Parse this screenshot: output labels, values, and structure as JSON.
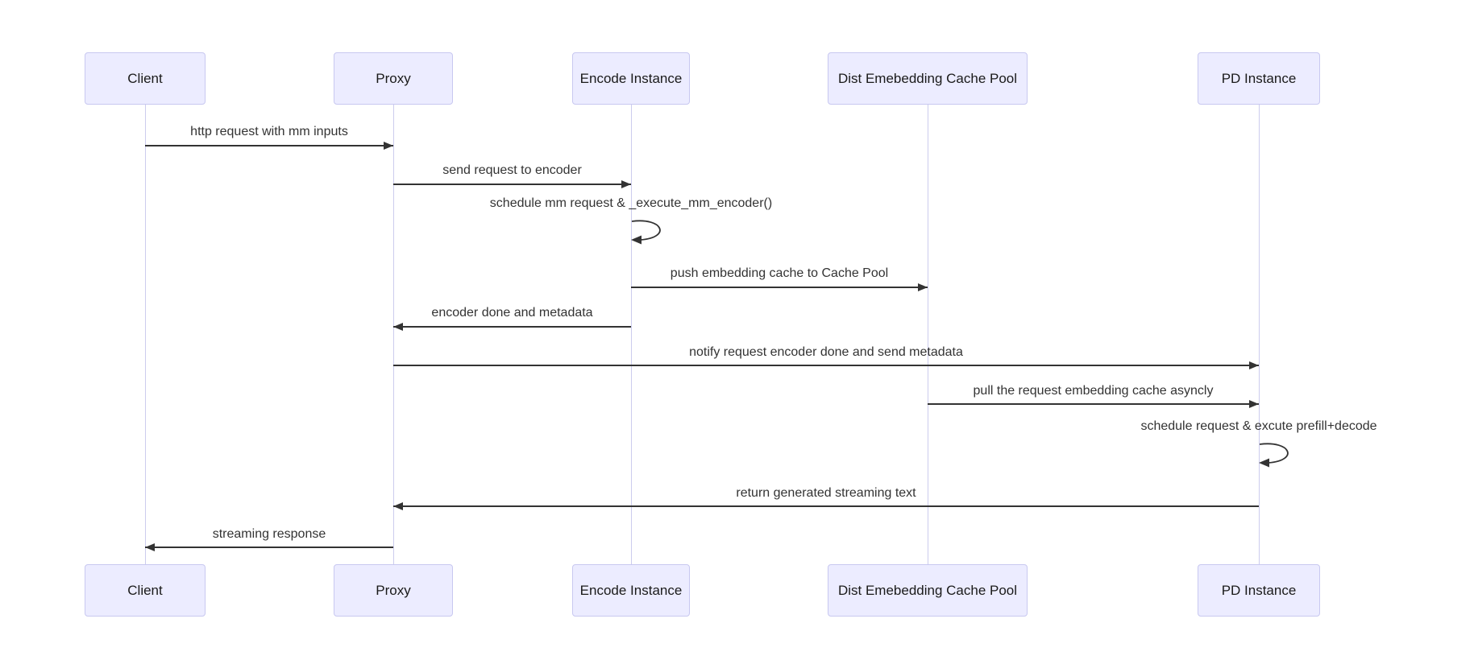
{
  "diagram": {
    "type": "sequence",
    "background_color": "#FFFFFF",
    "actor_fill": "#ECECFF",
    "actor_border": "#C8C8F0",
    "lifeline_color": "#CCCCEE",
    "arrow_color": "#333333",
    "text_color": "#333333",
    "actors": [
      {
        "label": "Client"
      },
      {
        "label": "Proxy"
      },
      {
        "label": "Encode Instance"
      },
      {
        "label": "Dist Emebedding Cache Pool"
      },
      {
        "label": "PD Instance"
      }
    ],
    "messages": [
      {
        "label": "http request with mm inputs",
        "from": "Client",
        "to": "Proxy",
        "style": "solid-arrow"
      },
      {
        "label": "send request to encoder",
        "from": "Proxy",
        "to": "Encode Instance",
        "style": "solid-arrow"
      },
      {
        "label": "schedule mm request & _execute_mm_encoder()",
        "from": "Encode Instance",
        "to": "Encode Instance",
        "style": "self-loop"
      },
      {
        "label": "push embedding cache to Cache Pool",
        "from": "Encode Instance",
        "to": "Dist Emebedding Cache Pool",
        "style": "solid-arrow"
      },
      {
        "label": "encoder done and metadata",
        "from": "Encode Instance",
        "to": "Proxy",
        "style": "solid-arrow"
      },
      {
        "label": "notify request encoder done and send metadata",
        "from": "Proxy",
        "to": "PD Instance",
        "style": "solid-arrow"
      },
      {
        "label": "pull the request embedding cache asyncly",
        "from": "Dist Emebedding Cache Pool",
        "to": "PD Instance",
        "style": "solid-arrow"
      },
      {
        "label": "schedule request & excute prefill+decode",
        "from": "PD Instance",
        "to": "PD Instance",
        "style": "self-loop"
      },
      {
        "label": "return generated streaming text",
        "from": "PD Instance",
        "to": "Proxy",
        "style": "solid-arrow"
      },
      {
        "label": "streaming response",
        "from": "Proxy",
        "to": "Client",
        "style": "solid-arrow"
      }
    ]
  }
}
